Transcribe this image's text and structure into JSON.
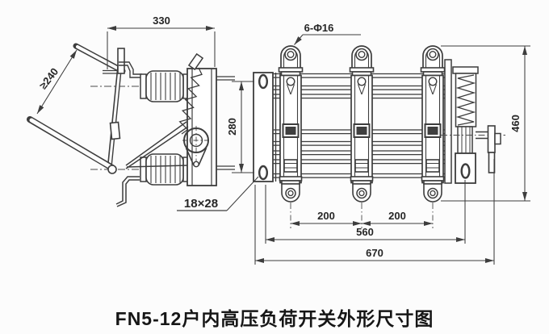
{
  "caption": "FN5-12户内高压负荷开关外形尺寸图",
  "side_view": {
    "width_mm": "330",
    "handle_travel_mm": "≥240",
    "mount_slot_size": "18×28"
  },
  "front_view": {
    "terminal_holes": "6-Φ16",
    "mount_hole_vspan_mm": "280",
    "overall_height_mm": "460",
    "phase_spacing_left_mm": "200",
    "phase_spacing_right_mm": "200",
    "mount_hole_hspan_mm": "560",
    "overall_width_mm": "670"
  },
  "colors": {
    "line": "#3d3d3d",
    "background": "#fcfcfc",
    "text": "#262626"
  }
}
